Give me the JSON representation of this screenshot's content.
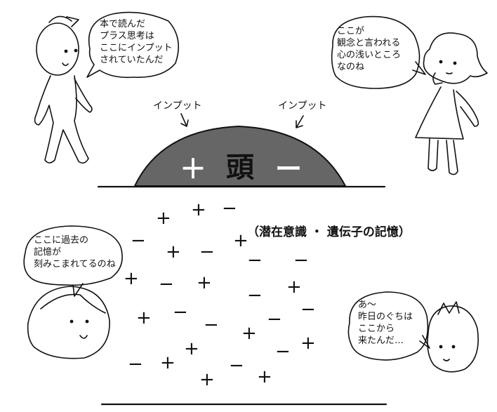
{
  "bubbles": {
    "top_left": "本で読んだ\nプラス思考は\nここにインプット\nされていたんだ",
    "top_right": "ここが\n観念と言われる\n心の浅いところ\nなのね",
    "bottom_left": "ここに過去の\n記憶が\n刻みこまれてるのね",
    "bottom_right": "あ〜\n昨日のぐちは\nここから\n来たんだ…"
  },
  "inputs": {
    "left": "インプット",
    "right": "インプット"
  },
  "head": {
    "plus": "＋",
    "word": "頭",
    "minus": "ー"
  },
  "subconscious_label": "（潜在意識 ・ 遺伝子の記憶）",
  "signs": [
    {
      "s": "+"
    },
    {
      "s": "+"
    },
    {
      "s": "−"
    },
    {
      "s": "−"
    },
    {
      "s": "+"
    },
    {
      "s": "+"
    },
    {
      "s": "−"
    },
    {
      "s": "−"
    },
    {
      "s": "+"
    },
    {
      "s": "−"
    },
    {
      "s": "+"
    },
    {
      "s": "−"
    },
    {
      "s": "+"
    },
    {
      "s": "+"
    },
    {
      "s": "−"
    },
    {
      "s": "−"
    },
    {
      "s": "−"
    },
    {
      "s": "+"
    },
    {
      "s": "−"
    },
    {
      "s": "+"
    },
    {
      "s": "−"
    },
    {
      "s": "+"
    },
    {
      "s": "+"
    },
    {
      "s": "−"
    },
    {
      "s": "+"
    },
    {
      "s": "+"
    },
    {
      "s": "−"
    },
    {
      "s": "−"
    }
  ],
  "colors": {
    "dome": "#666666",
    "ink": "#111111"
  }
}
